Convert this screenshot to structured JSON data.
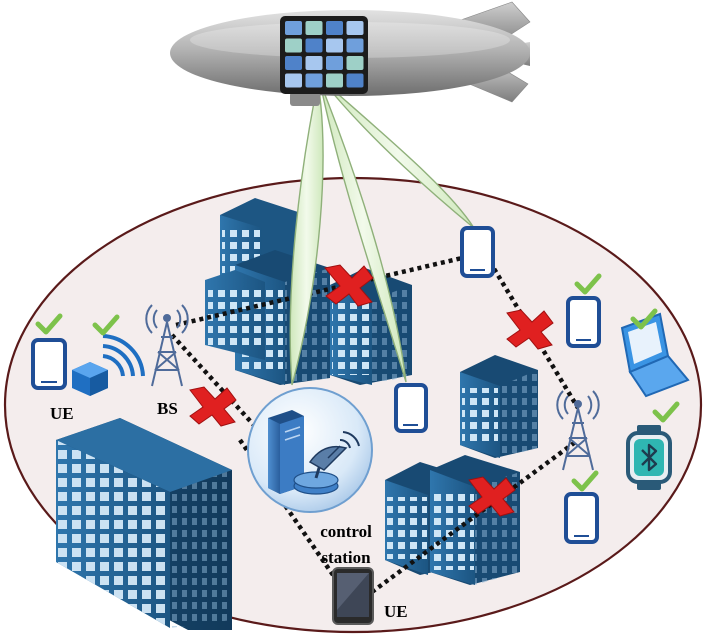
{
  "labels": {
    "ue_left": "UE",
    "bs": "BS",
    "control_line1": "control",
    "control_line2": "station",
    "ue_bottom": "UE"
  },
  "colors": {
    "ground_fill": "#f4eded",
    "ground_stroke": "#5a1a1a",
    "building_dark": "#1e5a8c",
    "building_light": "#3f88c0",
    "window": "#d4e8f7",
    "device_blue": "#1f4e96",
    "beam_fill": "#e3f3d6",
    "beam_stroke": "#8fb07a",
    "cross_red": "#e02020",
    "check_green": "#7dc24b",
    "airship_gray": "#9b9b9b"
  },
  "icons": [
    "airship-icon",
    "phased-array-icon",
    "building-icon",
    "phone-icon",
    "tablet-icon",
    "laptop-icon",
    "smartwatch-icon",
    "bluetooth-icon",
    "wifi-router-icon",
    "cell-tower-icon",
    "server-icon",
    "satellite-dish-icon",
    "failure-cross-icon",
    "checkmark-icon"
  ]
}
